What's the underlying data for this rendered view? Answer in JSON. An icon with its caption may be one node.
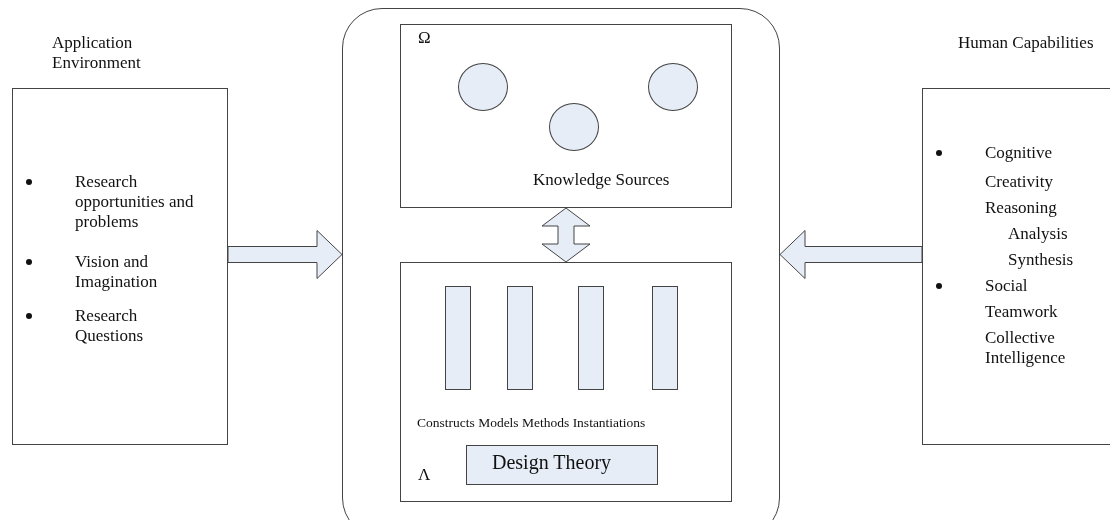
{
  "diagram": {
    "nodes": [
      {
        "text": [
          "Application Environment",
          "Research opportunities and problems",
          "Vision and Imagination",
          "Research Questions"
        ]
      },
      {
        "text": [],
        "shape": "box"
      },
      {
        "text": [
          "Ω",
          "Knowledge Sources"
        ],
        "in": 1
      },
      {
        "text": [],
        "shape": "circle",
        "in": 2
      },
      {
        "text": [],
        "shape": "circle",
        "in": 2
      },
      {
        "text": [],
        "shape": "circle",
        "in": 2
      },
      {
        "text": [
          "Constructs Models Methods Instantiations",
          "Λ"
        ],
        "in": 1
      },
      {
        "text": [],
        "shape": "bar",
        "in": 6
      },
      {
        "text": [],
        "shape": "bar",
        "in": 6
      },
      {
        "text": [],
        "shape": "bar",
        "in": 6
      },
      {
        "text": [],
        "shape": "bar",
        "in": 6
      },
      {
        "text": [
          "Design Theory"
        ],
        "in": 6
      },
      {
        "text": [
          "Human Capabilities",
          "Cognitive",
          "Creativity",
          "Reasoning",
          "Analysis",
          "Synthesis",
          "Social",
          "Teamwork",
          "Collective Intelligence"
        ]
      }
    ],
    "edges": [
      {
        "from": 0,
        "to": 1,
        "arrow": "to"
      },
      {
        "from": 2,
        "to": 6,
        "arrow": "both"
      },
      {
        "from": 12,
        "to": 1,
        "arrow": "to"
      }
    ]
  }
}
